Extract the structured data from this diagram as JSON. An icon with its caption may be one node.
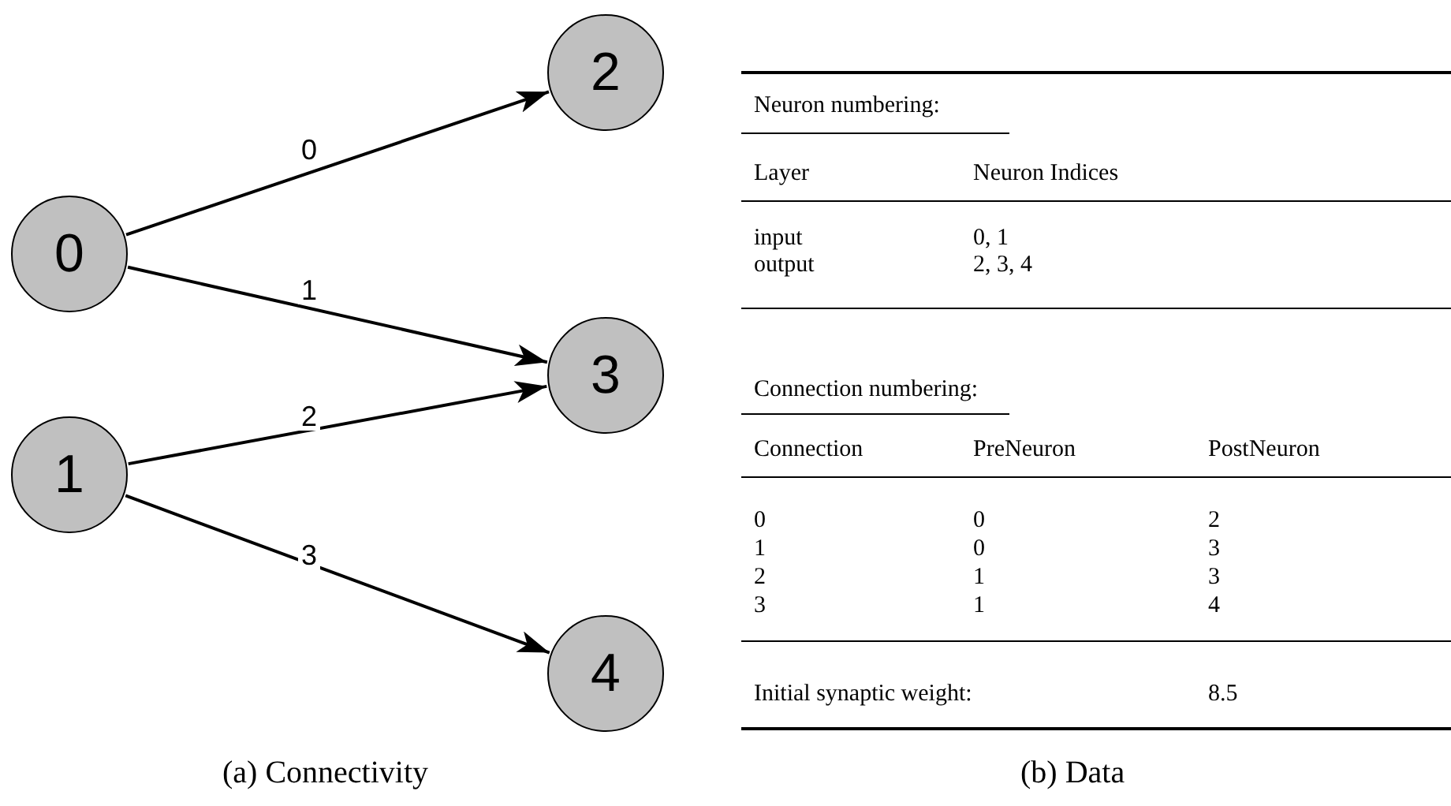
{
  "diagram": {
    "nodes": [
      {
        "text": [
          "0"
        ]
      },
      {
        "text": [
          "1"
        ]
      },
      {
        "text": [
          "2"
        ]
      },
      {
        "text": [
          "3"
        ]
      },
      {
        "text": [
          "4"
        ]
      }
    ],
    "edges": [
      {
        "from": 0,
        "to": 2,
        "arrow": "to",
        "label": "0"
      },
      {
        "from": 0,
        "to": 3,
        "arrow": "to",
        "label": "1"
      },
      {
        "from": 1,
        "to": 3,
        "arrow": "to",
        "label": "2"
      },
      {
        "from": 1,
        "to": 4,
        "arrow": "to",
        "label": "3"
      }
    ],
    "labels": [
      "Neuron numbering:",
      "Layer",
      "Neuron Indices",
      "input",
      "0, 1",
      "output",
      "2, 3, 4",
      "Connection numbering:",
      "Connection",
      "PreNeuron",
      "PostNeuron",
      "0",
      "0",
      "2",
      "1",
      "0",
      "3",
      "2",
      "1",
      "3",
      "3",
      "1",
      "4",
      "Initial synaptic weight:",
      "8.5",
      "(a) Connectivity",
      "(b) Data"
    ]
  }
}
